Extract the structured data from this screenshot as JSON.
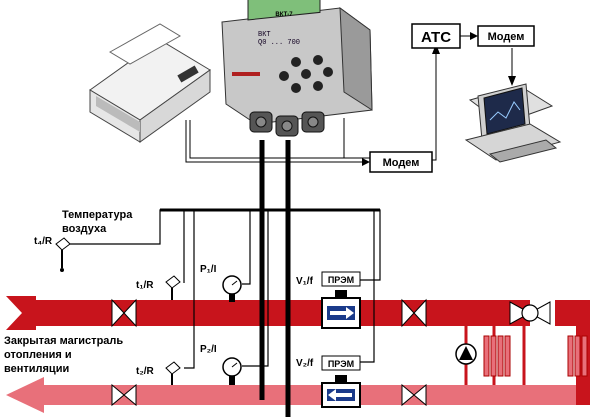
{
  "labels": {
    "ats": "АТС",
    "modem_top": "Модем",
    "modem_mid": "Модем",
    "temp_air_line1": "Температура",
    "temp_air_line2": "воздуха",
    "t4r": "t₄/R",
    "t1r": "t₁/R",
    "t2r": "t₂/R",
    "p1i": "P₁/I",
    "p2i": "P₂/I",
    "v1f": "V₁/f",
    "v2f": "V₂/f",
    "prem1": "ПРЭМ",
    "prem2": "ПРЭМ",
    "closed_line1": "Закрытая магистраль",
    "closed_line2": "отопления и",
    "closed_line3": "вентиляции"
  },
  "device": {
    "brand_label": "ВКТ-7",
    "screen_line1": "ВКТ",
    "screen_line2": "Q0 ... 700"
  },
  "colors": {
    "pipe_supply": "#c8141c",
    "pipe_return": "#e8707a",
    "wire": "#000000"
  }
}
